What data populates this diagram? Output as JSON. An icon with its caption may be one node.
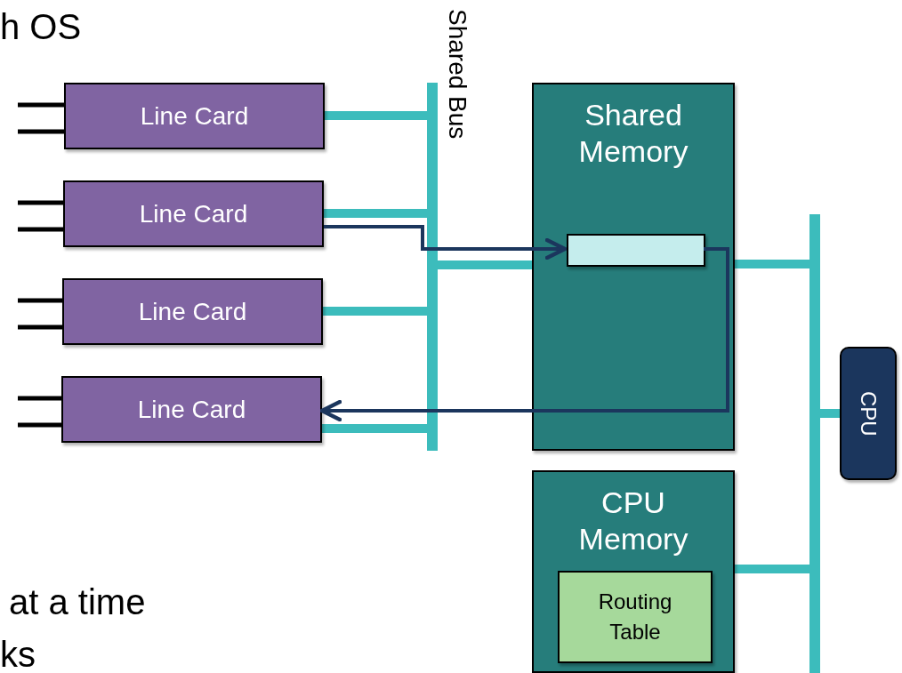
{
  "diagram": {
    "nodes": [
      {
        "text": [
          "Line Card"
        ]
      },
      {
        "text": [
          "Line Card"
        ]
      },
      {
        "text": [
          "Line Card"
        ]
      },
      {
        "text": [
          "Line Card"
        ]
      },
      {
        "text": [
          "Shared Bus"
        ]
      },
      {
        "text": [
          "Shared Memory"
        ]
      },
      {
        "text": [],
        "shape": "box",
        "in": 5
      },
      {
        "text": [
          "CPU Memory"
        ]
      },
      {
        "text": [
          "Routing Table"
        ],
        "in": 7
      },
      {
        "text": [],
        "shape": "bar"
      },
      {
        "text": [
          "CPU"
        ]
      }
    ],
    "edges": [
      {
        "from": 0,
        "to": 4,
        "arrow": "none"
      },
      {
        "from": 1,
        "to": 4,
        "arrow": "none"
      },
      {
        "from": 2,
        "to": 4,
        "arrow": "none"
      },
      {
        "from": 3,
        "to": 4,
        "arrow": "none"
      },
      {
        "from": 4,
        "to": 5,
        "arrow": "none"
      },
      {
        "from": 1,
        "to": 6,
        "arrow": "to",
        "color": "#1b365d"
      },
      {
        "from": 6,
        "to": 3,
        "arrow": "to",
        "color": "#1b365d"
      },
      {
        "from": 5,
        "to": 9,
        "arrow": "none"
      },
      {
        "from": 9,
        "to": 10,
        "arrow": "none"
      },
      {
        "from": 7,
        "to": 9,
        "arrow": "none"
      }
    ],
    "labels": [
      "h OS",
      "at a time",
      "ks"
    ]
  }
}
